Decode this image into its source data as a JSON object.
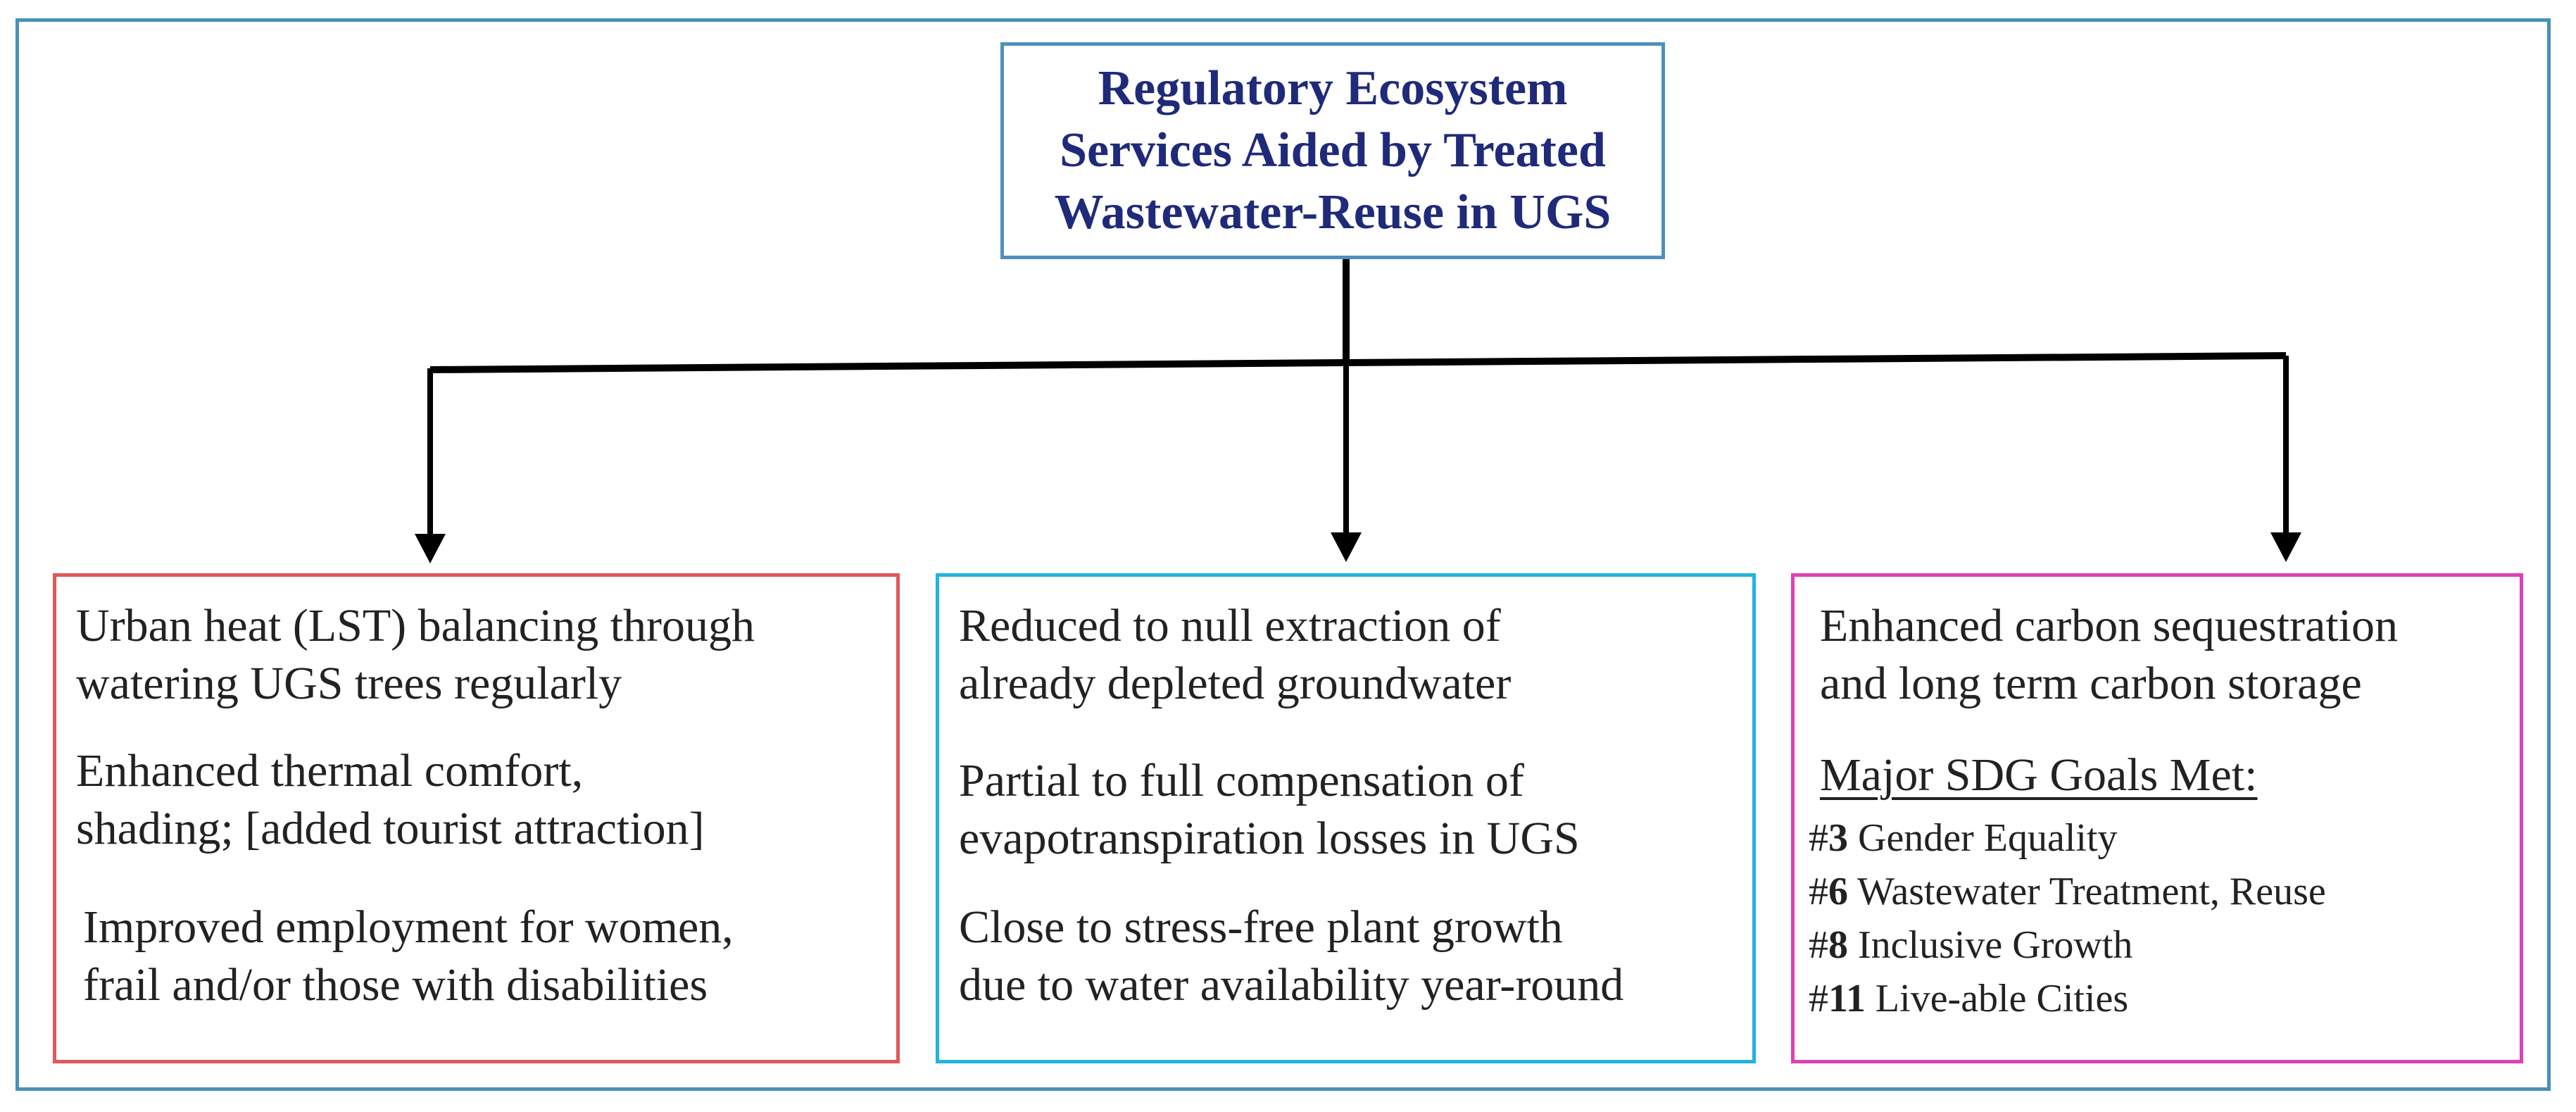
{
  "title": {
    "lines": [
      "Regulatory Ecosystem",
      "Services Aided by Treated",
      "Wastewater-Reuse in UGS"
    ]
  },
  "left_box": {
    "lines": [
      "Urban heat (LST) balancing through",
      "watering UGS trees regularly",
      "Enhanced thermal comfort,",
      "shading; [added tourist attraction]",
      "Improved employment for women,",
      "frail and/or those with disabilities"
    ]
  },
  "middle_box": {
    "lines": [
      "Reduced to null extraction of",
      "already depleted groundwater",
      "Partial to full compensation of",
      "evapotranspiration losses in UGS",
      "Close to stress-free plant growth",
      "due to water availability year-round"
    ]
  },
  "right_box": {
    "lines": [
      "Enhanced carbon sequestration",
      "and long term carbon storage"
    ],
    "sdg_heading": "Major SDG Goals Met:",
    "sdg_goals": [
      {
        "hash": "#",
        "number": "3",
        "label": " Gender Equality"
      },
      {
        "hash": "#",
        "number": "6",
        "label": " Wastewater Treatment, Reuse"
      },
      {
        "hash": "#",
        "number": "8",
        "label": " Inclusive Growth"
      },
      {
        "hash": "#",
        "number": "11",
        "label": " Live-able Cities"
      }
    ]
  },
  "colors": {
    "frame": "#4a90b6",
    "title_border": "#4f8fbf",
    "title_text": "#1f2a7a",
    "left_border": "#e0585a",
    "middle_border": "#21b4dc",
    "right_border": "#e040b4",
    "connector": "#000000"
  }
}
